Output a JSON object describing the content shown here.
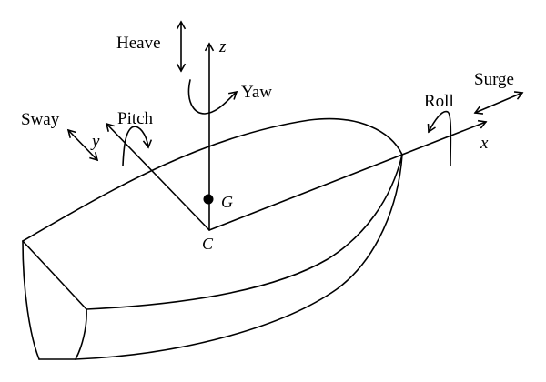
{
  "diagram": {
    "subject": "ship-six-degrees-of-freedom",
    "colors": {
      "stroke": "#000000",
      "background": "#ffffff"
    },
    "axes": {
      "x": "x",
      "y": "y",
      "z": "z"
    },
    "points": {
      "center_of_gravity": "G",
      "origin": "C"
    },
    "motions": {
      "heave": "Heave",
      "sway": "Sway",
      "surge": "Surge",
      "pitch": "Pitch",
      "yaw": "Yaw",
      "roll": "Roll"
    }
  }
}
